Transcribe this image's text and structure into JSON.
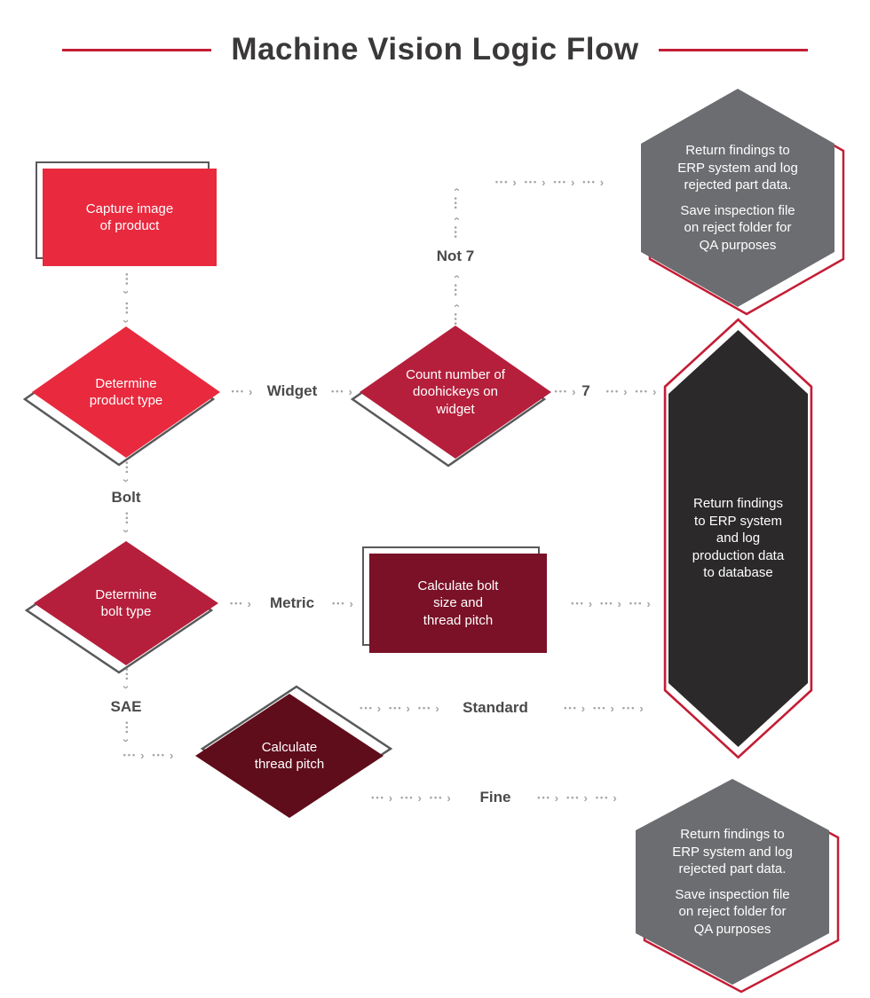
{
  "title": "Machine Vision Logic Flow",
  "nodes": {
    "capture": {
      "text": "Capture image of product"
    },
    "determine_product": {
      "text": "Determine product type"
    },
    "count_doohickeys": {
      "text": "Count number of doohickeys on widget"
    },
    "reject_top": {
      "para1": "Return findings to ERP system and log rejected part data.",
      "para2": "Save inspection file on reject folder for QA purposes"
    },
    "log_production": {
      "text": "Return findings to ERP system and log production data to database"
    },
    "determine_bolt": {
      "text": "Determine bolt type"
    },
    "calc_bolt_size": {
      "text": "Calculate bolt size and thread pitch"
    },
    "calc_thread_pitch": {
      "text": "Calculate thread pitch"
    },
    "reject_bottom": {
      "para1": "Return findings to ERP system and log rejected part data.",
      "para2": "Save inspection file on reject folder for QA purposes"
    }
  },
  "labels": {
    "widget": "Widget",
    "not_7": "Not 7",
    "seven": "7",
    "bolt": "Bolt",
    "metric": "Metric",
    "sae": "SAE",
    "standard": "Standard",
    "fine": "Fine"
  },
  "colors": {
    "bright_red": "#E8293E",
    "crimson": "#B51F3B",
    "maroon": "#7A1127",
    "dark_maroon": "#5F0C1B",
    "dark_gray": "#2B292A",
    "mid_gray": "#6C6D70",
    "outline_gray": "#58595B",
    "outline_red": "#C41D35",
    "title_text": "#3A3839",
    "label_text": "#4B4949",
    "arrow_gray": "#A5A3A4"
  },
  "decor": {
    "dots": "•••",
    "arrowhead": "›"
  }
}
